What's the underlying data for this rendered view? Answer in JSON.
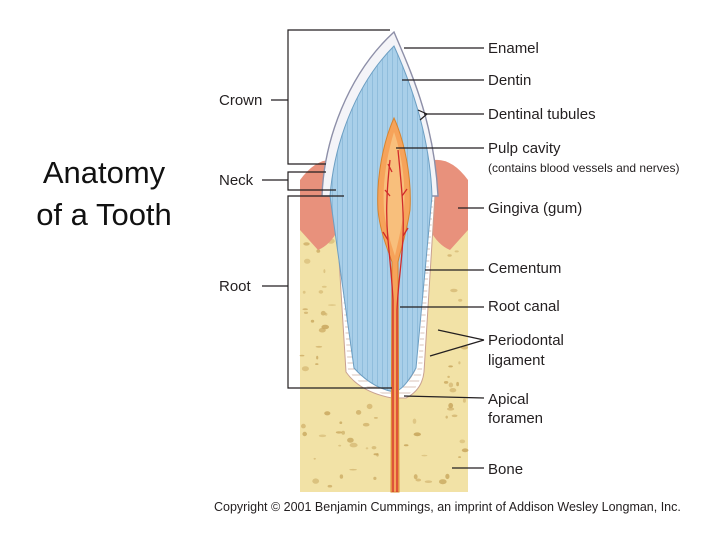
{
  "slide": {
    "title_line1": "Anatomy",
    "title_line2": "of a Tooth"
  },
  "regions": {
    "crown": "Crown",
    "neck": "Neck",
    "root": "Root"
  },
  "labels": {
    "enamel": "Enamel",
    "dentin": "Dentin",
    "dentinal_tubules": "Dentinal tubules",
    "pulp_cavity": "Pulp cavity",
    "pulp_cavity_note": "(contains blood vessels and nerves)",
    "gingiva": "Gingiva (gum)",
    "cementum": "Cementum",
    "root_canal": "Root canal",
    "periodontal_line1": "Periodontal",
    "periodontal_line2": "ligament",
    "apical_line1": "Apical",
    "apical_line2": "foramen",
    "bone": "Bone"
  },
  "credit": {
    "copyright": "Copyright © 2001 Benjamin Cummings, an imprint of Addison Wesley Longman, Inc."
  },
  "colors": {
    "bone": "#f2e2a6",
    "bone_pore": "#c9a75e",
    "gingiva": "#e8917c",
    "enamel": "#f4f4f8",
    "dentin": "#a9cfe9",
    "pulp": "#f6a35a",
    "vessel": "#d12a2a"
  }
}
